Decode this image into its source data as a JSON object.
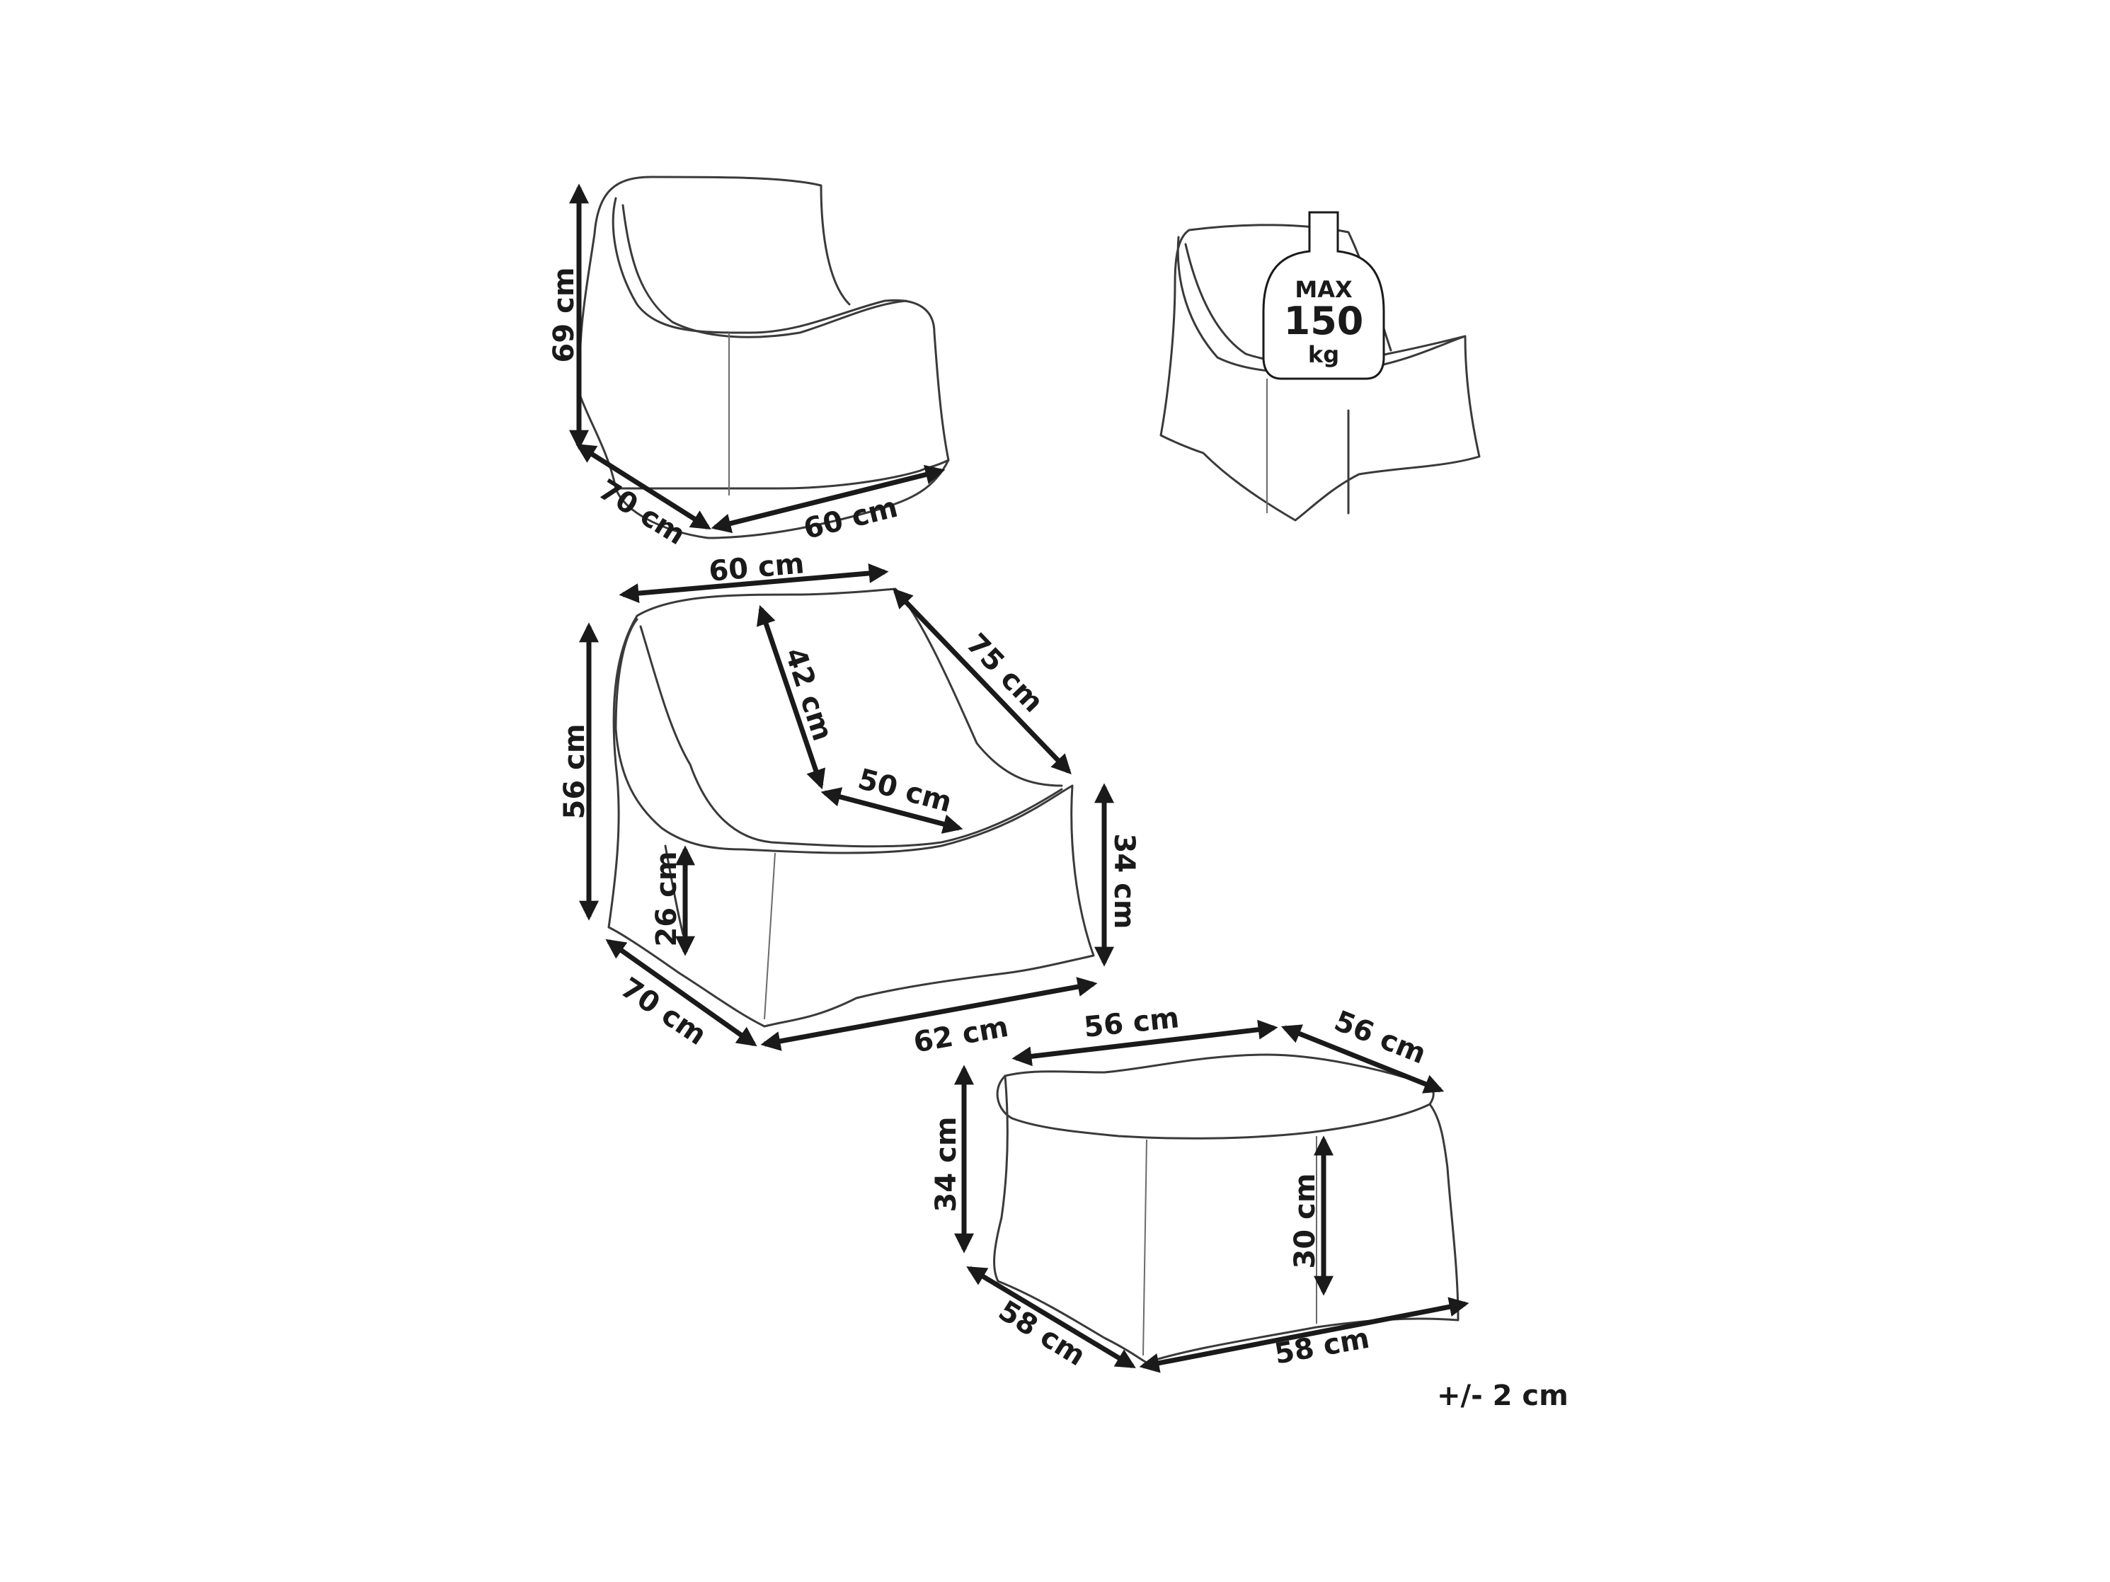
{
  "weight_badge": {
    "line1": "MAX",
    "line2": "150",
    "line3": "kg"
  },
  "dimensions": {
    "chair_small_height": "69 cm",
    "chair_small_depth": "70 cm",
    "chair_small_width": "60 cm",
    "chair_top_width": "60 cm",
    "chair_side_depth": "75 cm",
    "chair_back_height": "42 cm",
    "chair_seat_width": "50 cm",
    "chair_total_height": "56 cm",
    "chair_seat_height": "26 cm",
    "chair_arm_height": "34 cm",
    "chair_depth": "70 cm",
    "chair_bottom_width": "62 cm",
    "ottoman_top_width": "56 cm",
    "ottoman_top_depth": "56 cm",
    "ottoman_height": "34 cm",
    "ottoman_inner_height": "30 cm",
    "ottoman_depth": "58 cm",
    "ottoman_width": "58 cm"
  },
  "tolerance": "+/- 2 cm"
}
